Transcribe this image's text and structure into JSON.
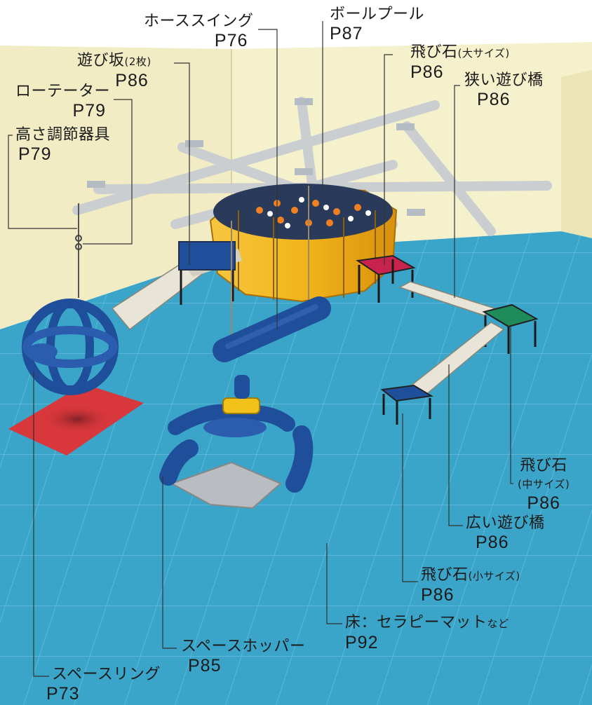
{
  "colors": {
    "wall": "#f4efc8",
    "wall_shadow": "#e6dfae",
    "floor": "#3aa5c8",
    "floor_grid": "#5bbad8",
    "frame": "#c9cdd2",
    "equipment_blue": "#1f4e9a",
    "pool_yellow": "#f2b51a",
    "mat_red": "#d8373b",
    "plank": "#e8e4d8",
    "stone_large": "#c8234f",
    "stone_medium": "#1f8a5a",
    "stone_small": "#1f4e9a"
  },
  "labels": {
    "hose_swing": {
      "name": "ホーススイング",
      "page": "P76"
    },
    "ball_pool": {
      "name": "ボールプール",
      "page": "P87"
    },
    "slope": {
      "name": "遊び坂",
      "note": "(2枚)",
      "page": "P86"
    },
    "stone_large": {
      "name": "飛び石",
      "note": "(大サイズ)",
      "page": "P86"
    },
    "rotator": {
      "name": "ローテーター",
      "page": "P79"
    },
    "narrow_bridge": {
      "name": "狭い遊び橋",
      "page": "P86"
    },
    "height_adjuster": {
      "name": "高さ調節器具",
      "page": "P79"
    },
    "stone_medium": {
      "name": "飛び石",
      "note": "(中サイズ)",
      "page": "P86"
    },
    "wide_bridge": {
      "name": "広い遊び橋",
      "page": "P86"
    },
    "stone_small": {
      "name": "飛び石",
      "note": "(小サイズ)",
      "page": "P86"
    },
    "floor": {
      "name": "床：セラピーマット",
      "note": "など",
      "page": "P92"
    },
    "space_hopper": {
      "name": "スペースホッパー",
      "page": "P85"
    },
    "space_ring": {
      "name": "スペースリング",
      "page": "P73"
    }
  }
}
